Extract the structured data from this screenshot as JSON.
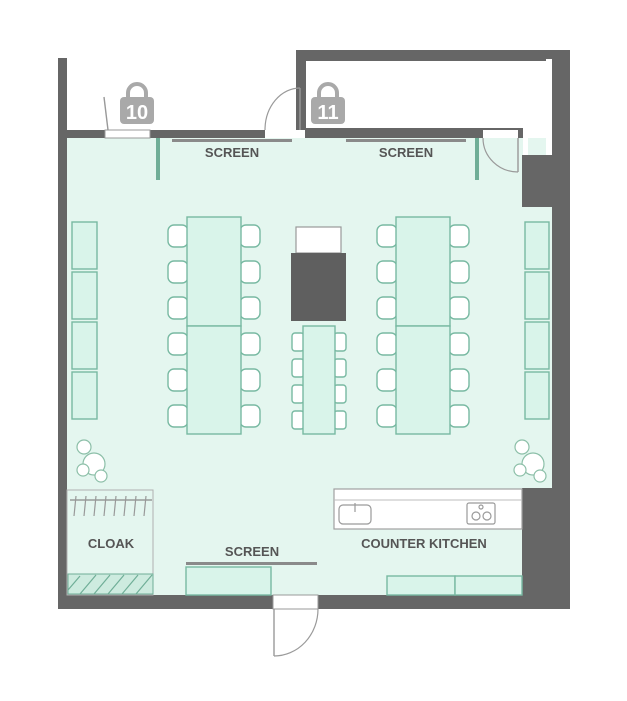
{
  "floorplan": {
    "labels": {
      "screen_top_left": "SCREEN",
      "screen_top_right": "SCREEN",
      "screen_bottom": "SCREEN",
      "cloak": "CLOAK",
      "counter_kitchen": "COUNTER KITCHEN"
    },
    "locks": {
      "room_10": "10",
      "room_11": "11"
    },
    "colors": {
      "wall": "#666666",
      "floor": "#e4f6ef",
      "accent": "#6fae97",
      "furniture": "#d9f4ea",
      "lock_badge": "#a9a9a9"
    }
  }
}
